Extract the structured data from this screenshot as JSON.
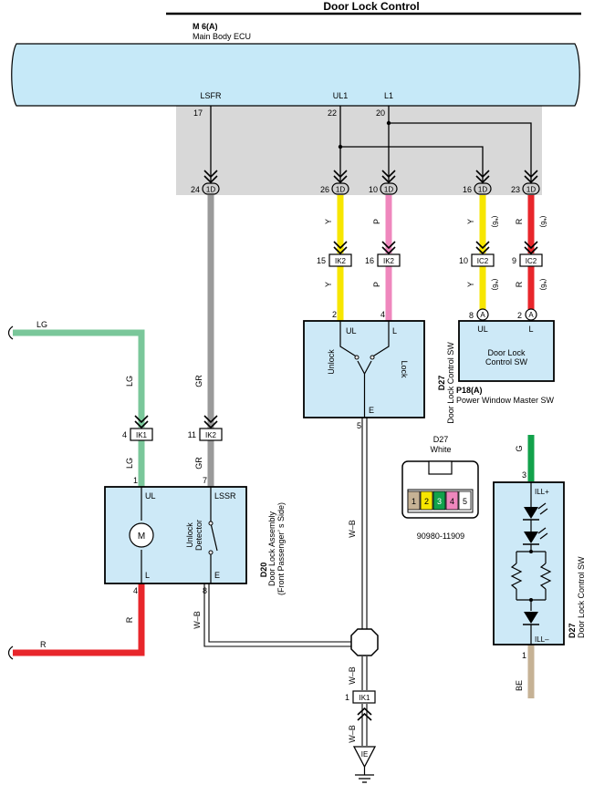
{
  "header": {
    "title": "Door Lock Control"
  },
  "ecu": {
    "code": "M 6(A)",
    "name": "Main Body ECU"
  },
  "ecu_pins": {
    "lsfr": {
      "label": "LSFR",
      "num": "17",
      "conn": "24",
      "jc": "1D"
    },
    "ul1": {
      "label": "UL1",
      "num": "22",
      "conn": "26",
      "jc": "1D"
    },
    "l1": {
      "label": "L1",
      "num": "20",
      "conn": "10",
      "jc": "1D"
    },
    "p16": {
      "conn": "16",
      "jc": "1D"
    },
    "p23": {
      "conn": "23",
      "jc": "1D"
    }
  },
  "wires": {
    "y": "Y",
    "p": "P",
    "r": "R",
    "lg": "LG",
    "gr": "GR",
    "wb": "W–B",
    "g": "G",
    "be": "BE",
    "note": "(*6)"
  },
  "connectors": {
    "ik2_15": {
      "num": "15",
      "code": "IK2"
    },
    "ik2_16": {
      "num": "16",
      "code": "IK2"
    },
    "ic2_10": {
      "num": "10",
      "code": "IC2"
    },
    "ic2_9": {
      "num": "9",
      "code": "IC2"
    },
    "ik1_4": {
      "num": "4",
      "code": "IK1"
    },
    "ik2_11": {
      "num": "11",
      "code": "IK2"
    },
    "ik1_1": {
      "num": "1",
      "code": "IK1"
    }
  },
  "d27_sw": {
    "pin_ul": "2",
    "pin_l": "4",
    "pin_e": "5",
    "ul": "UL",
    "l": "L",
    "e": "E",
    "unlock": "Unlock",
    "lock": "Lock",
    "code": "D27",
    "name": "Door Lock Control SW"
  },
  "p18": {
    "pin_ul": "8",
    "pin_l": "2",
    "jc": "A",
    "ul": "UL",
    "l": "L",
    "name1": "Door Lock",
    "name2": "Control SW",
    "code": "P18(A)",
    "full": "Power Window Master SW"
  },
  "d20": {
    "pin_ul": "1",
    "pin_lssr": "7",
    "pin_l": "4",
    "pin_e": "8",
    "ul": "UL",
    "lssr": "LSSR",
    "l": "L",
    "e": "E",
    "motor": "M",
    "unlock": "Unlock",
    "detector": "Detector",
    "code": "D20",
    "name1": "Door Lock Assembly",
    "name2": "(Front Passenger’ s Side)"
  },
  "d27_conn": {
    "code": "D27",
    "color": "White",
    "part": "90980-11909",
    "cells": [
      "1",
      "2",
      "3",
      "4",
      "5"
    ]
  },
  "d27_ill": {
    "pin3": "3",
    "pin1": "1",
    "ill_p": "ILL+",
    "ill_m": "ILL–",
    "code": "D27",
    "name": "Door Lock Control SW"
  },
  "ground": {
    "label": "IE"
  },
  "colors": {
    "yellow": "#f7e600",
    "pink": "#ef87bd",
    "red": "#e8262b",
    "lightgreen": "#7ac79a",
    "gray": "#9a9a9a",
    "green": "#12a24b",
    "tan": "#c6b295",
    "boxfill": "#cde9f7",
    "ecufill": "#c6e9f8"
  }
}
